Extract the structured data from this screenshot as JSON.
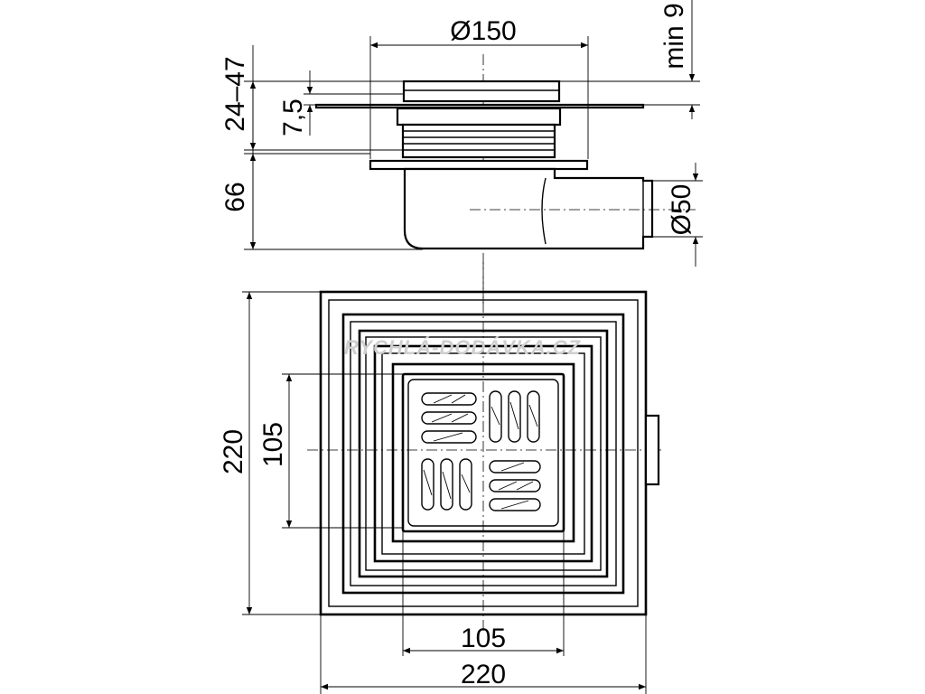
{
  "watermark": "RYCHLÁ-DODÁVKA.CZ",
  "side_view": {
    "dim_grate_diameter": "Ø150",
    "dim_min": "min 9",
    "dim_adjust_range": "24–47",
    "dim_flange": "7,5",
    "dim_body_height": "66",
    "dim_outlet_diameter": "Ø50"
  },
  "top_view": {
    "dim_outer_height": "220",
    "dim_grate_height": "105",
    "dim_grate_width": "105",
    "dim_outer_width": "220"
  }
}
